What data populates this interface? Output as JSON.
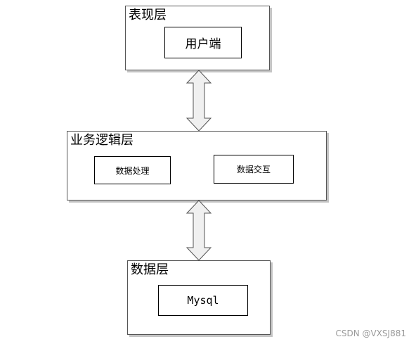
{
  "layers": {
    "presentation": {
      "title": "表现层",
      "box_label": "用户端"
    },
    "business": {
      "title": "业务逻辑层",
      "box_left_label": "数据处理",
      "box_right_label": "数据交互"
    },
    "data": {
      "title": "数据层",
      "box_label": "Mysql"
    }
  },
  "watermark": "CSDN @VXSJ881",
  "colors": {
    "border": "#555555",
    "shadow": "#c4c4c4",
    "arrow_fill": "#f0f0f0",
    "arrow_stroke": "#555555"
  }
}
